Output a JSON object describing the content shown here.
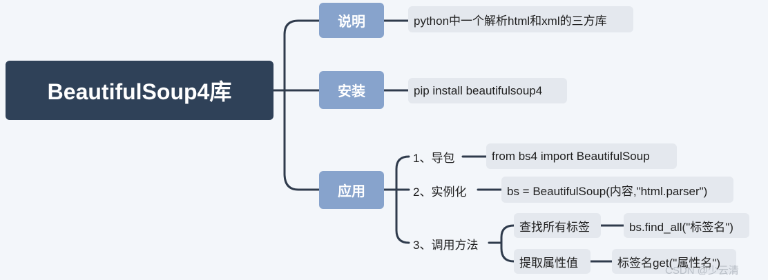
{
  "root": {
    "label": "BeautifulSoup4库"
  },
  "branches": {
    "desc": {
      "label": "说明",
      "detail": "python中一个解析html和xml的三方库"
    },
    "install": {
      "label": "安装",
      "detail": "pip install beautifulsoup4"
    },
    "usage": {
      "label": "应用",
      "step1": {
        "label": "1、导包",
        "detail": "from bs4 import BeautifulSoup"
      },
      "step2": {
        "label": "2、实例化",
        "detail": "bs = BeautifulSoup(内容,\"html.parser\")"
      },
      "step3": {
        "label": "3、调用方法",
        "find": {
          "label": "查找所有标签",
          "detail": "bs.find_all(\"标签名\")"
        },
        "attr": {
          "label": "提取属性值",
          "detail": "标签名get(\"属性名\")"
        }
      }
    }
  },
  "watermark": "CSDN @少云清",
  "colors": {
    "root": "#2f4158",
    "branch": "#87a3cc",
    "leaf": "#e4e8ee",
    "line": "#2f3b4c"
  }
}
